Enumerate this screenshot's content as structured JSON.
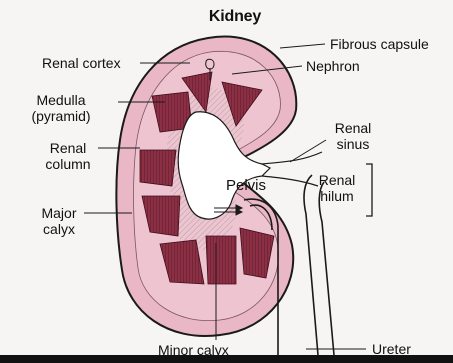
{
  "title": "Kidney",
  "labels": {
    "renal_cortex": "Renal cortex",
    "medulla_line1": "Medulla",
    "medulla_line2": "(pyramid)",
    "renal_column_line1": "Renal",
    "renal_column_line2": "column",
    "major_calyx_line1": "Major",
    "major_calyx_line2": "calyx",
    "minor_calyx": "Minor calyx",
    "fibrous_capsule": "Fibrous capsule",
    "nephron": "Nephron",
    "renal_sinus_line1": "Renal",
    "renal_sinus_line2": "sinus",
    "renal_hilum_line1": "Renal",
    "renal_hilum_line2": "hilum",
    "pelvis": "Pelvis",
    "ureter": "Ureter"
  },
  "colors": {
    "cortex": "#e9b7c6",
    "pyramid": "#8c2f45",
    "outline": "#1a1a1a",
    "background": "#f7f5f4"
  }
}
